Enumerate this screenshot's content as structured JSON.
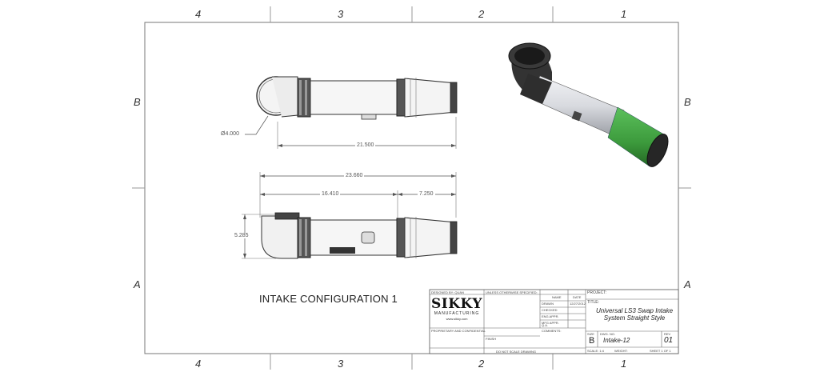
{
  "border": {
    "columns": [
      "4",
      "3",
      "2",
      "1"
    ],
    "rows": [
      "B",
      "A"
    ]
  },
  "dimensions": {
    "diameter": "Ø4.000",
    "top_length": "21.500",
    "overall_length": "23.660",
    "left_length": "16.410",
    "right_length": "7.250",
    "height": "5.285"
  },
  "config_label": "INTAKE CONFIGURATION 1",
  "title_block": {
    "designed_by": "DESIGNED BY: QUAN",
    "unless": "UNLESS OTHERWISE SPECIFIED:",
    "name_col": "NAME",
    "date_col": "DATE",
    "project": "PROJECT:",
    "drawn": "DRAWN",
    "date_val": "12/27/2012",
    "checked": "CHECKED",
    "eng_appr": "ENG APPR.",
    "mfg_appr": "MFG APPR.",
    "qa": "Q.A.",
    "comments": "COMMENTS:",
    "finish": "FINISH",
    "title_label": "TITLE:",
    "title_text": "Universal LS3 Swap Intake System Straight Style",
    "logo_main": "SIKKY",
    "logo_sub": "MANUFACTURING",
    "logo_url": "www.sikky.com",
    "proprietary": "PROPRIETARY AND CONFIDENTIAL",
    "no_scale": "DO NOT SCALE DRAWING",
    "size_label": "SIZE",
    "size": "B",
    "dwg_label": "DWG.  NO.",
    "dwg_no": "Intake-12",
    "rev_label": "REV",
    "rev": "01",
    "scale": "SCALE: 1:4",
    "weight": "WEIGHT:",
    "sheet": "SHEET 1 OF 1"
  },
  "colors": {
    "filter_green": "#3c9a3c",
    "tube": "#d8dadf",
    "dark": "#2a2a2a"
  }
}
